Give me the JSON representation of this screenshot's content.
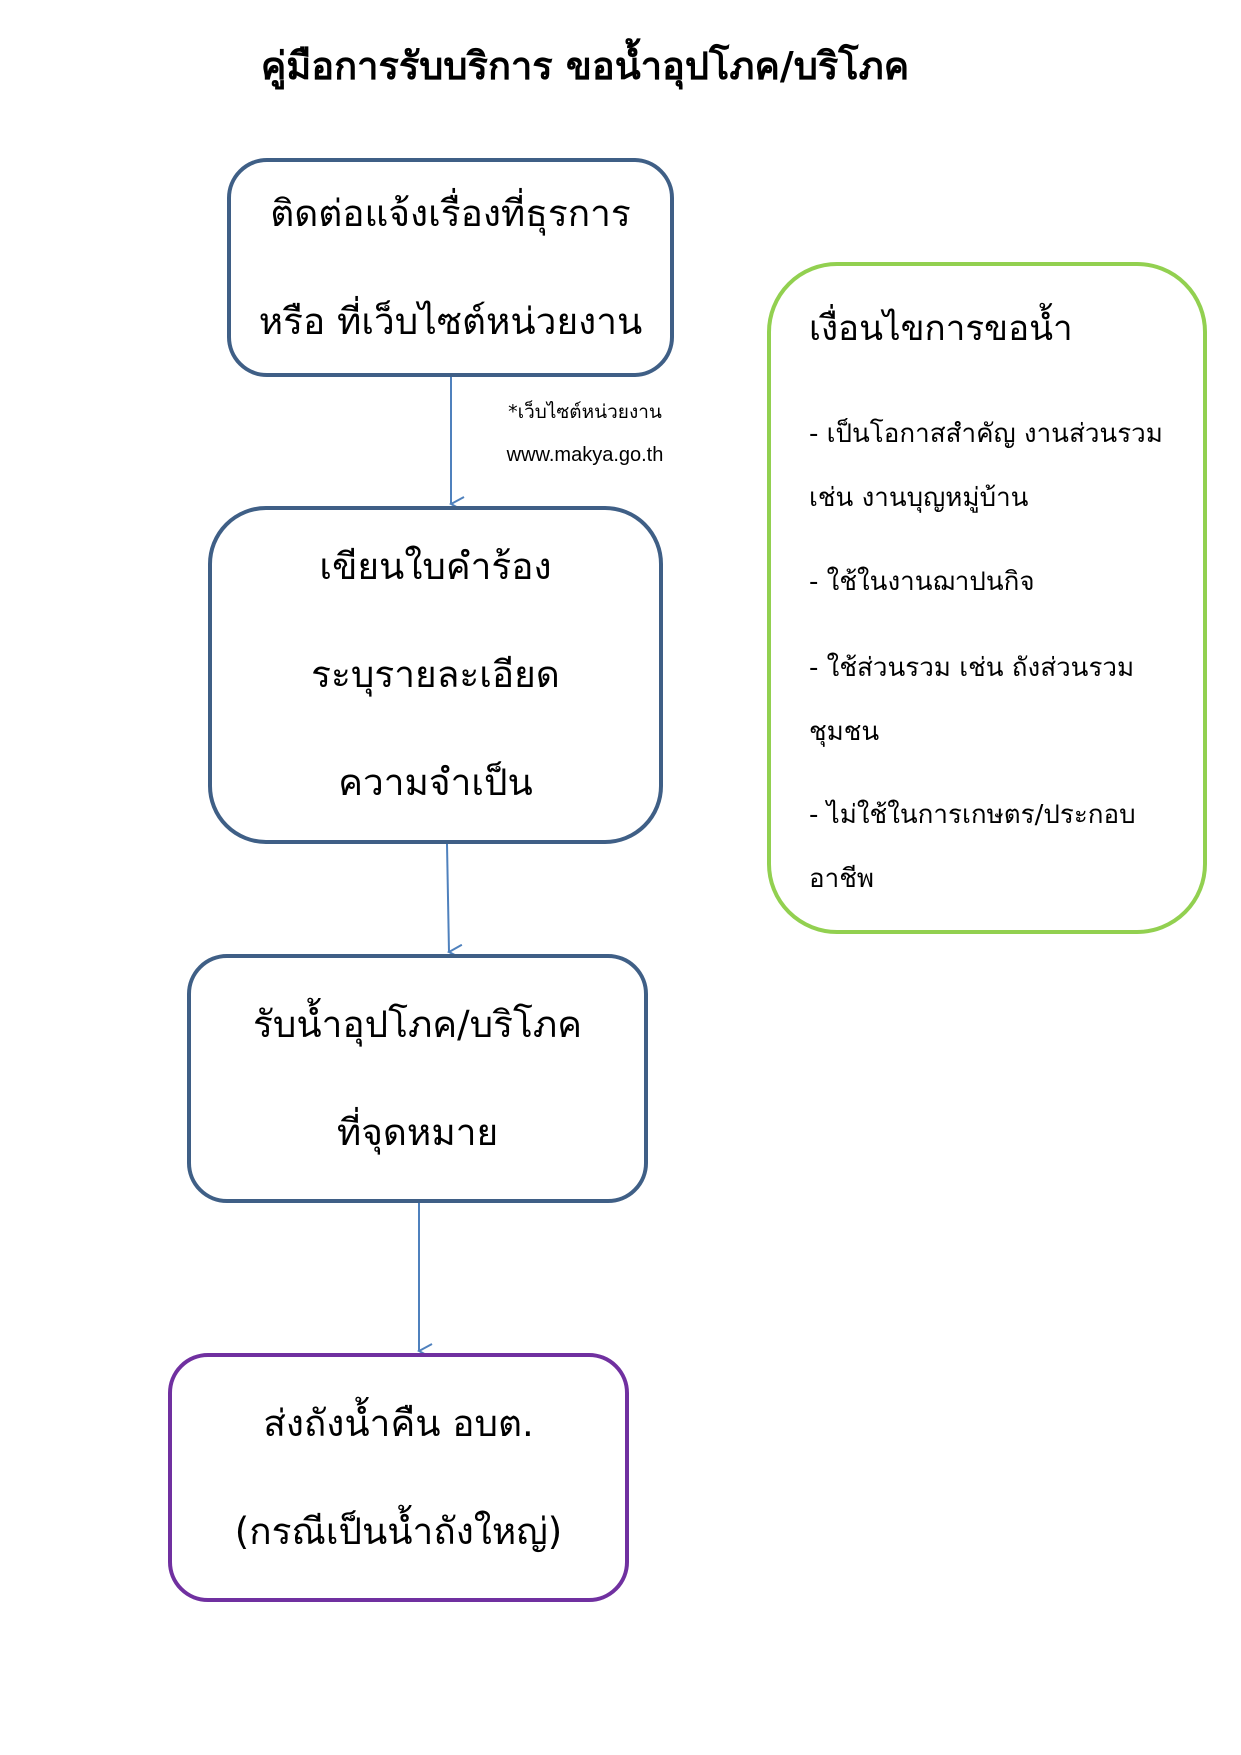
{
  "title": "คู่มือการรับบริการ ขอน้ำอุปโภค/บริโภค",
  "steps": [
    {
      "lines": [
        "ติดต่อแจ้งเรื่องที่ธุรการ",
        "หรือ ที่เว็บไซต์หน่วยงาน"
      ]
    },
    {
      "lines": [
        "เขียนใบคำร้อง",
        "ระบุรายละเอียด",
        "ความจำเป็น"
      ]
    },
    {
      "lines": [
        "รับน้ำอุปโภค/บริโภค",
        "ที่จุดหมาย"
      ]
    },
    {
      "lines": [
        "ส่งถังน้ำคืน อบต.",
        "(กรณีเป็นน้ำถังใหญ่)"
      ]
    }
  ],
  "note": {
    "label": "*เว็บไซต์หน่วยงาน",
    "url": "www.makya.go.th"
  },
  "conditions": {
    "title": "เงื่อนไขการขอน้ำ",
    "items": [
      {
        "lines": [
          "- เป็นโอกาสสำคัญ งานส่วนรวม",
          "เช่น งานบุญหมู่บ้าน"
        ]
      },
      {
        "lines": [
          "- ใช้ในงานฌาปนกิจ"
        ]
      },
      {
        "lines": [
          "- ใช้ส่วนรวม เช่น ถังส่วนรวม",
          "ชุมชน"
        ]
      },
      {
        "lines": [
          "- ไม่ใช้ในการเกษตร/ประกอบ",
          "อาชีพ"
        ]
      }
    ]
  },
  "colors": {
    "step_border": "#3f5f86",
    "final_step_border": "#7030a0",
    "conditions_border": "#92d050",
    "arrow": "#4f81bd"
  }
}
